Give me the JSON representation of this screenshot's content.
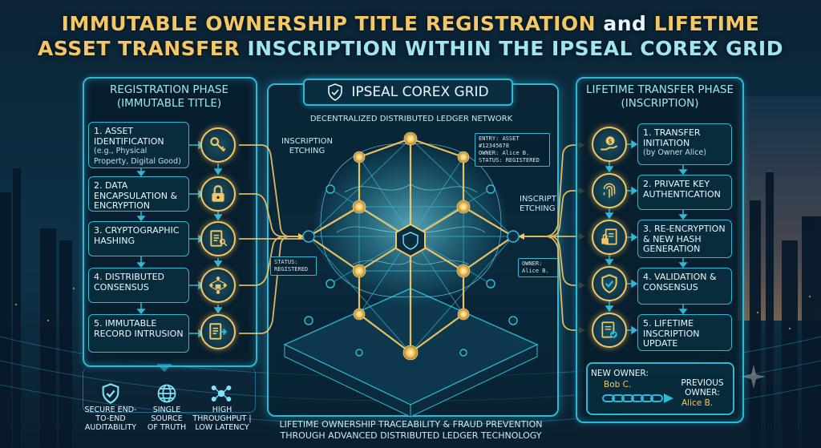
{
  "title": {
    "line1_a": "IMMUTABLE OWNERSHIP TITLE REGISTRATION",
    "line1_b": "and",
    "line1_c": "LIFETIME",
    "line2_a": "ASSET TRANSFER",
    "line2_b": "INSCRIPTION WITHIN THE IPSEAL COREX GRID"
  },
  "left": {
    "title": "REGISTRATION PHASE",
    "subtitle": "(IMMUTABLE TITLE)",
    "steps": [
      {
        "label": "1. ASSET IDENTIFICATION",
        "sub": "(e.g., Physical Property, Digital Good)",
        "icon": "key-hand-icon"
      },
      {
        "label": "2. DATA ENCAPSULATION & ENCRYPTION",
        "sub": "",
        "icon": "padlock-icon"
      },
      {
        "label": "3. CRYPTOGRAPHIC HASHING",
        "sub": "",
        "icon": "document-key-icon"
      },
      {
        "label": "4. DISTRIBUTED CONSENSUS",
        "sub": "",
        "icon": "network-lock-icon"
      },
      {
        "label": "5. IMMUTABLE RECORD INTRUSION",
        "sub": "",
        "icon": "document-arrow-icon"
      }
    ]
  },
  "right": {
    "title": "LIFETIME TRANSFER PHASE",
    "subtitle": "(INSCRIPTION)",
    "steps": [
      {
        "label": "1. TRANSFER INITIATION",
        "sub": "(by Owner Alice)",
        "icon": "coin-hand-icon"
      },
      {
        "label": "2. PRIVATE KEY AUTHENTICATION",
        "sub": "",
        "icon": "fingerprint-icon"
      },
      {
        "label": "3. RE-ENCRYPTION & NEW HASH GENERATION",
        "sub": "",
        "icon": "lock-document-icon"
      },
      {
        "label": "4. VALIDATION & CONSENSUS",
        "sub": "",
        "icon": "shield-check-icon"
      },
      {
        "label": "5. LIFETIME INSCRIPTION UPDATE",
        "sub": "",
        "icon": "document-check-icon"
      }
    ],
    "new_owner_label": "NEW OWNER:",
    "new_owner_name": "Bob C.",
    "prev_owner_label": "PREVIOUS OWNER:",
    "prev_owner_name": "Alice B."
  },
  "center": {
    "grid_title": "IPSEAL COREX GRID",
    "network_label": "DECENTRALIZED DISTRIBUTED LEDGER NETWORK",
    "inscription_left": "INSCRIPTION ETCHING",
    "inscription_right": "INSCRIPT ETCHING",
    "entry_tag": [
      "ENTRY: ASSET #12345678",
      "OWNER: Alice B.",
      "STATUS: REGISTERED"
    ],
    "status_tag": [
      "STATUS:",
      "REGISTERED"
    ],
    "owner_tag": [
      "OWNER:",
      "Alice B."
    ]
  },
  "features": [
    {
      "label": "SECURE END-TO-END AUDITABILITY",
      "icon": "shield-check-icon"
    },
    {
      "label": "SINGLE SOURCE OF TRUTH",
      "icon": "globe-icon"
    },
    {
      "label": "HIGH THROUGHPUT | LOW LATENCY",
      "icon": "network-icon"
    }
  ],
  "footer": {
    "line1": "LIFETIME OWNERSHIP TRACEABILITY & FRAUD PREVENTION",
    "line2": "THROUGH ADVANCED DISTRIBUTED LEDGER TECHNOLOGY"
  },
  "colors": {
    "accent": "#2fb8d6",
    "gold": "#f3c766",
    "background": "#0a2233"
  }
}
